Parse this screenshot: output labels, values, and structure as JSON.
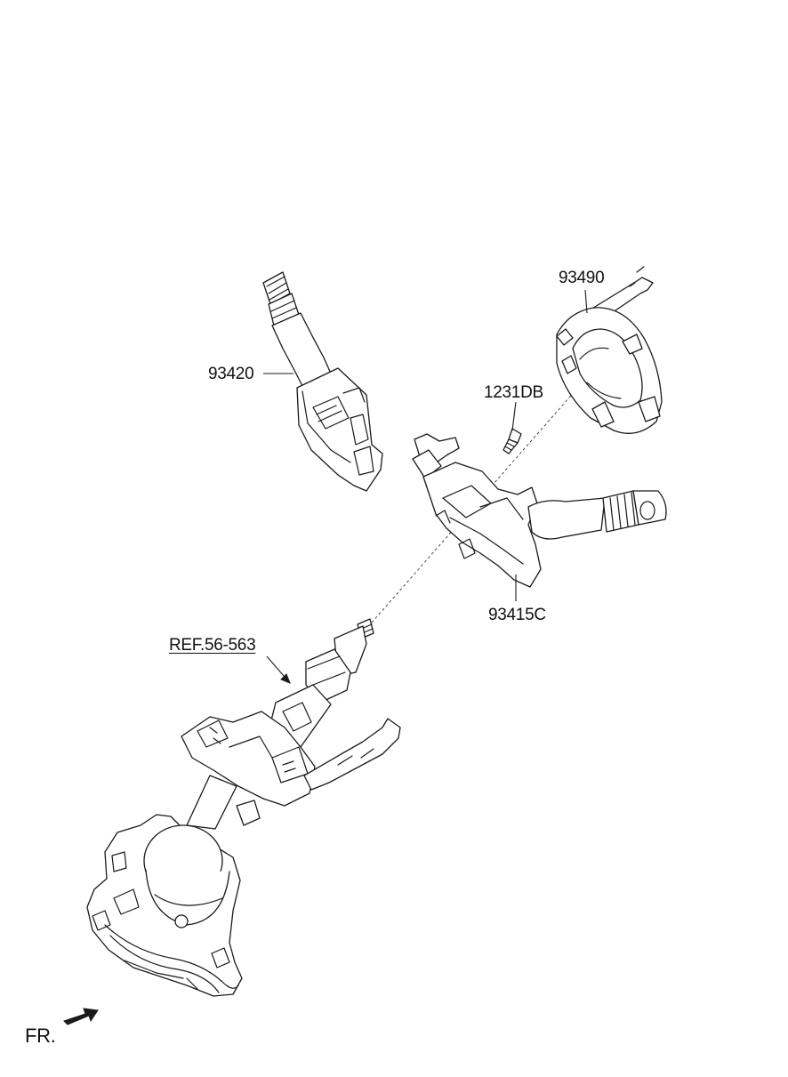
{
  "diagram": {
    "labels": {
      "part_93420": "93420",
      "part_93490": "93490",
      "part_1231DB": "1231DB",
      "part_93415C": "93415C",
      "ref": "REF.56-563",
      "front": "FR."
    }
  }
}
